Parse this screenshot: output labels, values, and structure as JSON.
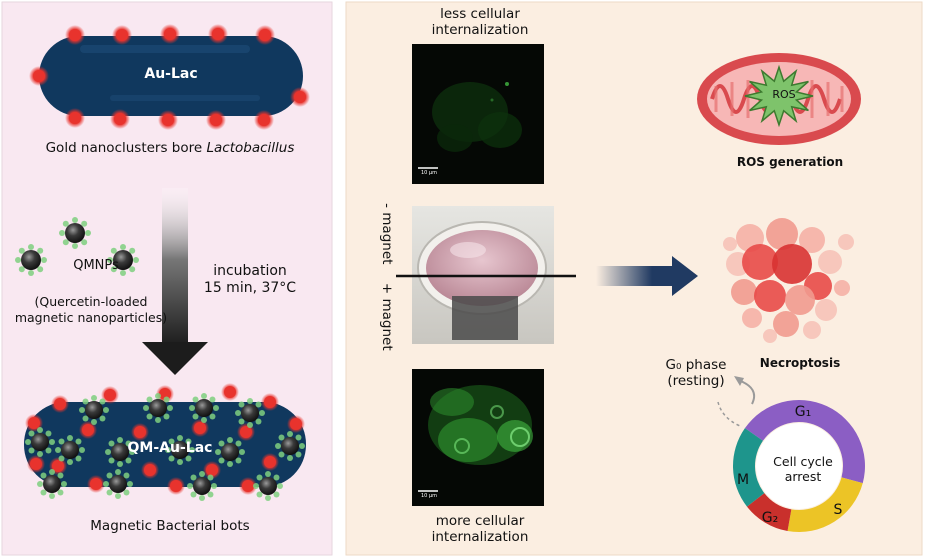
{
  "left_panel": {
    "au_lac_label": "Au-Lac",
    "gold_caption_prefix": "Gold nanoclusters bore",
    "gold_caption_italic": "Lactobacillus",
    "qmnps_label": "QMNPs",
    "qmnps_desc_line1": "(Quercetin-loaded",
    "qmnps_desc_line2": "magnetic nanoparticles)",
    "incubation_line1": "incubation",
    "incubation_line2": "15 min, 37°C",
    "qm_au_lac_label": "QM-Au-Lac",
    "bots_caption": "Magnetic Bacterial bots"
  },
  "right_panel": {
    "less_line1": "less cellular",
    "less_line2": "internalization",
    "more_line1": "more cellular",
    "more_line2": "internalization",
    "minus_magnet": "- magnet",
    "plus_magnet": "+ magnet",
    "scale_bar_top": "10 μm",
    "scale_bar_bottom": "10 μm",
    "ros_label": "ROS",
    "ros_caption": "ROS generation",
    "necroptosis_caption": "Necroptosis",
    "g0_line1": "G₀ phase",
    "g0_line2": "(resting)",
    "cell_cycle_line1": "Cell cycle",
    "cell_cycle_line2": "arrest",
    "phase_g1": "G₁",
    "phase_s": "S",
    "phase_g2": "G₂",
    "phase_m": "M"
  },
  "colors": {
    "left_bg": "#f9e8f1",
    "right_bg": "#fbeee1",
    "bacterium": "#10385e",
    "gold_dot": "#e8332d",
    "np_core": "#2f2f2f",
    "np_halo": "#7fcf7f",
    "arrow_navy": "#203a62",
    "g1": "#8b5ec4",
    "s": "#ecc426",
    "g2": "#c9302c",
    "m": "#1e958c"
  }
}
